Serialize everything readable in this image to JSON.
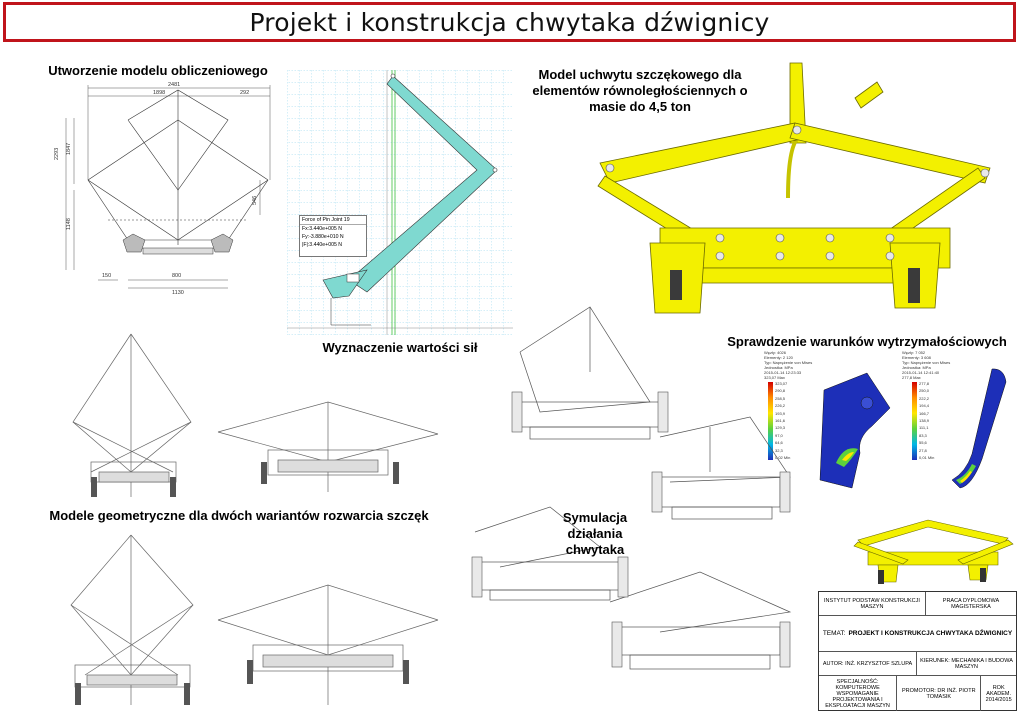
{
  "title": "Projekt i konstrukcja chwytaka dźwignicy",
  "captions": {
    "model_calc": "Utworzenie modelu obliczeniowego",
    "forces": "Wyznaczenie wartości sił",
    "gripper_model": "Model uchwytu szczękowego dla elementów równoległościennych o masie do 4,5 ton",
    "strength": "Sprawdzenie warunków wytrzymałościowych",
    "geometric": "Modele geometryczne dla dwóch wariantów rozwarcia szczęk",
    "simulation": "Symulacja działania chwytaka"
  },
  "dimensions": {
    "top1": "2481",
    "top2": "1898",
    "top3": "292",
    "left1": "1847",
    "left2": "2293",
    "left3": "1148",
    "right1": "546",
    "bottom1": "150",
    "bottom2": "800",
    "bottom3": "1130"
  },
  "force_legend": {
    "header": "Force of Pin Joint 19",
    "rows": [
      "Fx:3.440e+005 N",
      "Fy:-3.880e+010 N",
      "|F|:3.440e+005 N"
    ]
  },
  "fea_left": {
    "header": [
      "Węzły: 4026",
      "Elementy: 2 120",
      "Typ: Naprężenie von Mises",
      "Jednostka: MPa",
      "2015-01-14 12:23:33",
      "323,07 Max"
    ],
    "scale": [
      "323,07",
      "290,8",
      "258,5",
      "226,2",
      "193,9",
      "161,6",
      "129,3",
      "97,0",
      "64,6",
      "32,3",
      "0,02 Min"
    ]
  },
  "fea_right": {
    "header": [
      "Węzły: 7 052",
      "Elementy: 3 608",
      "Typ: Naprężenie von Mises",
      "Jednostka: MPa",
      "2015-01-14 12:41:40",
      "277,8 Max"
    ],
    "scale": [
      "277,8",
      "250,0",
      "222,2",
      "194,4",
      "166,7",
      "138,9",
      "111,1",
      "83,3",
      "55,6",
      "27,8",
      "0,01 Min"
    ]
  },
  "title_block": {
    "institute": "INSTYTUT PODSTAW KONSTRUKCJI MASZYN",
    "work_type": "PRACA DYPLOMOWA MAGISTERSKA",
    "theme_label": "TEMAT:",
    "theme": "PROJEKT I KONSTRUKCJA CHWYTAKA DŹWIGNICY",
    "author": "AUTOR: INŻ. KRZYSZTOF SZLUPA",
    "direction": "KIERUNEK: MECHANIKA I BUDOWA MASZYN",
    "specialty": "SPECJALNOŚĆ: KOMPUTEROWE WSPOMAGANIE PROJEKTOWANIA I EKSPLOATACJI MASZYN",
    "promoter": "PROMOTOR: DR INŻ. PIOTR TOMASIK",
    "year": "ROK AKADEM. 2014/2015"
  },
  "colors": {
    "frame": "#c0141b",
    "gripper": "#f3f000",
    "grid": "#59c0e6",
    "fea_blue": "#1d2fb8"
  }
}
